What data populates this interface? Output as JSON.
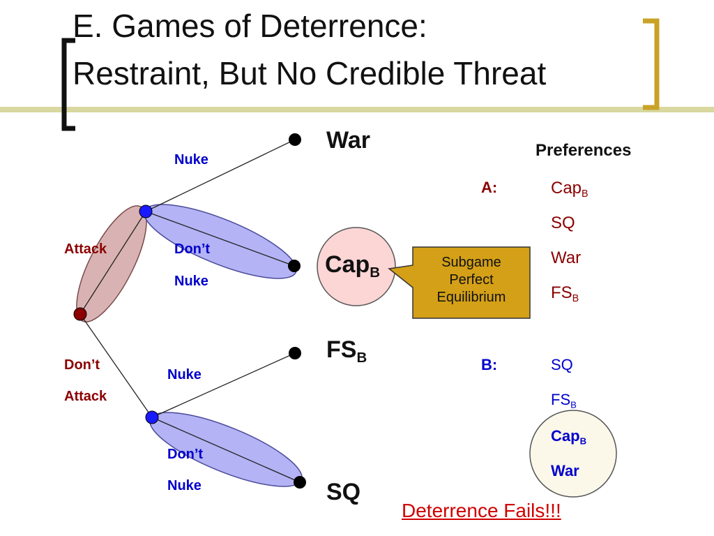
{
  "title": {
    "line1": "E. Games of Deterrence:",
    "line2": "Restraint, But No Credible Threat"
  },
  "tree": {
    "moves": {
      "nuke_top": "Nuke",
      "dont_nuke_top_line1": "Don’t",
      "dont_nuke_top_line2": "Nuke",
      "attack": "Attack",
      "dont_attack_line1": "Don’t",
      "dont_attack_line2": "Attack",
      "nuke_bottom": "Nuke",
      "dont_nuke_bottom_line1": "Don’t",
      "dont_nuke_bottom_line2": "Nuke"
    },
    "outcomes": {
      "war": "War",
      "cap": "Cap",
      "cap_sub": "B",
      "fs": "FS",
      "fs_sub": "B",
      "sq": "SQ"
    }
  },
  "callout": {
    "line1": "Subgame",
    "line2": "Perfect",
    "line3": "Equilibrium"
  },
  "preferences": {
    "heading": "Preferences",
    "a_label": "A:",
    "a_items": [
      {
        "text": "Cap",
        "sub": "B"
      },
      {
        "text": "SQ",
        "sub": ""
      },
      {
        "text": "War",
        "sub": ""
      },
      {
        "text": "FS",
        "sub": "B"
      }
    ],
    "b_label": "B:",
    "b_items": [
      {
        "text": "SQ",
        "sub": ""
      },
      {
        "text": "FS",
        "sub": "B"
      },
      {
        "text": "Cap",
        "sub": "B"
      },
      {
        "text": "War",
        "sub": ""
      }
    ]
  },
  "conclusion": "Deterrence Fails!!!",
  "colors": {
    "bracket": "#c9a227",
    "rule": "#c9c98a",
    "blue_node": "#1a1aff",
    "red_node": "#8b0000",
    "ellipse_blue": "#b3b3f5",
    "ellipse_red": "#d9b3b3",
    "cap_circle": "#fcd5d5",
    "callout_fill": "#d4a017",
    "war_circle": "#fbf8ea"
  }
}
